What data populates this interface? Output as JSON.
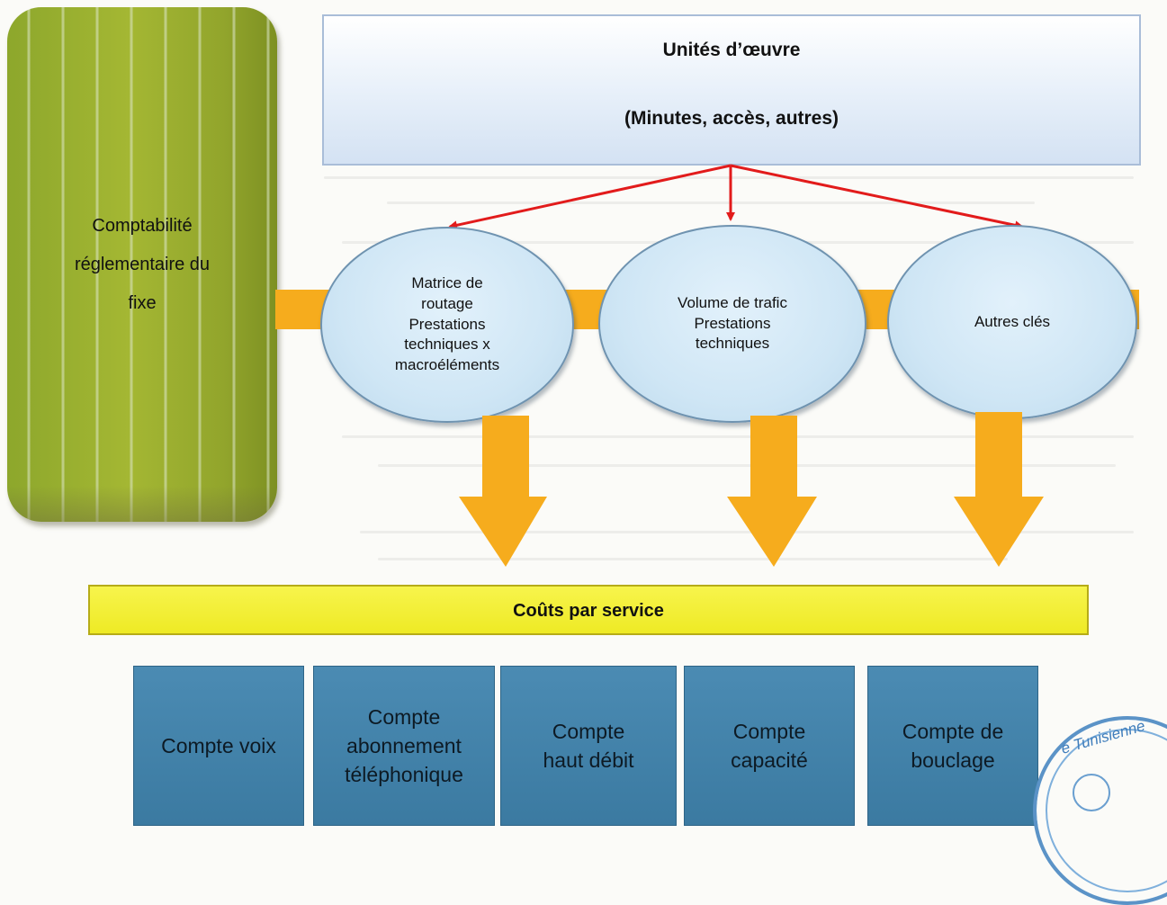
{
  "left_panel": {
    "label": "Comptabilité\nréglementaire du\nfixe"
  },
  "top_box": {
    "title": "Unités d’œuvre",
    "subtitle": "(Minutes, accès, autres)"
  },
  "keys": [
    {
      "label": "Matrice de\nroutage\nPrestations\ntechniques x\nmacroéléments"
    },
    {
      "label": "Volume de trafic\nPrestations\ntechniques"
    },
    {
      "label": "Autres clés"
    }
  ],
  "services_bar": {
    "label": "Coûts par service"
  },
  "accounts": [
    {
      "label": "Compte voix"
    },
    {
      "label": "Compte\nabonnement\ntéléphonique"
    },
    {
      "label": "Compte\nhaut débit"
    },
    {
      "label": "Compte\ncapacité"
    },
    {
      "label": "Compte de\nbouclage"
    }
  ],
  "stamp": {
    "text": "e Tunisienne"
  },
  "colors": {
    "green_panel": "#9aae2e",
    "connector": "#f6ac1d",
    "arrow_red": "#e21b1b",
    "services_yellow": "#f2ee33",
    "account_blue": "#4585ad",
    "circle_fill": "#cfe6f5"
  }
}
